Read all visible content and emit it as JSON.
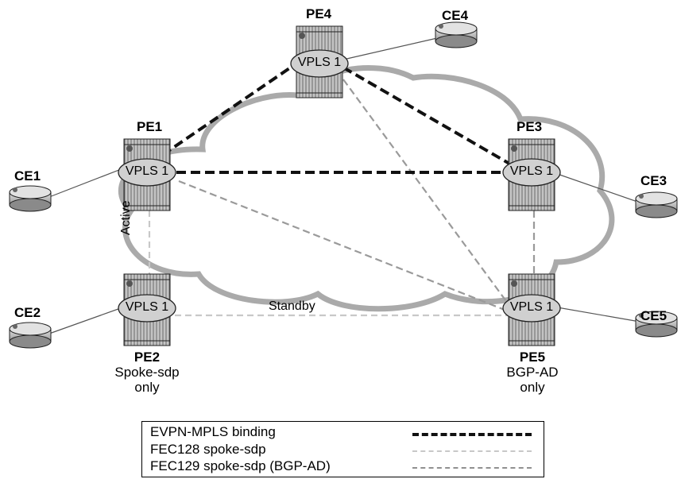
{
  "nodes": {
    "pe1": {
      "name": "PE1",
      "service": "VPLS 1"
    },
    "pe2": {
      "name": "PE2",
      "service": "VPLS 1",
      "note_line1": "Spoke-sdp",
      "note_line2": "only"
    },
    "pe3": {
      "name": "PE3",
      "service": "VPLS 1"
    },
    "pe4": {
      "name": "PE4",
      "service": "VPLS 1"
    },
    "pe5": {
      "name": "PE5",
      "service": "VPLS 1",
      "note_line1": "BGP-AD",
      "note_line2": "only"
    },
    "ce1": {
      "name": "CE1"
    },
    "ce2": {
      "name": "CE2"
    },
    "ce3": {
      "name": "CE3"
    },
    "ce4": {
      "name": "CE4"
    },
    "ce5": {
      "name": "CE5"
    }
  },
  "link_labels": {
    "active": "Active",
    "standby": "Standby"
  },
  "legend": {
    "items": [
      {
        "label": "EVPN-MPLS binding",
        "color": "#111111"
      },
      {
        "label": "FEC128 spoke-sdp",
        "color": "#c8c8c8"
      },
      {
        "label": "FEC129 spoke-sdp (BGP-AD)",
        "color": "#909090"
      }
    ]
  },
  "colors": {
    "cloud": "#aaaaaa",
    "router_fill": "#bdbdbd",
    "vpls_fill": "#d0d0d0"
  }
}
